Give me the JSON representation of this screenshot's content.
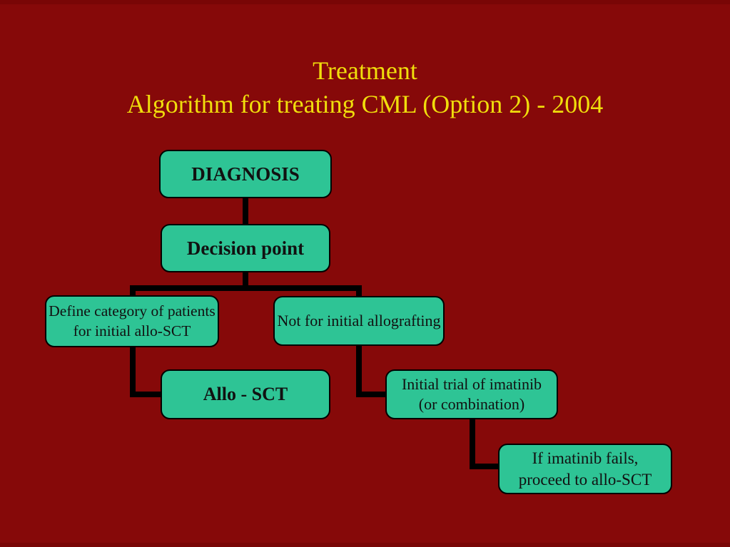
{
  "slide": {
    "title_line1": "Treatment",
    "title_line2": "Algorithm for treating CML (Option 2) - 2004"
  },
  "flowchart": {
    "nodes": {
      "diagnosis": {
        "label": "DIAGNOSIS"
      },
      "decision_point": {
        "label": "Decision point"
      },
      "define_category": {
        "line1": "Define category of patients",
        "line2": "for initial allo-SCT"
      },
      "not_for_allograft": {
        "label": "Not for initial allografting"
      },
      "allo_sct": {
        "label": "Allo - SCT"
      },
      "initial_trial": {
        "line1": "Initial trial of imatinib",
        "line2": "(or combination)"
      },
      "if_fails": {
        "line1": "If imatinib fails,",
        "line2": "proceed to allo-SCT"
      }
    }
  },
  "colors": {
    "background": "#860909",
    "box_fill": "#2ec495",
    "box_border": "#000000",
    "box_text": "#111111",
    "title_text": "#f0de0c",
    "connector": "#000000"
  }
}
